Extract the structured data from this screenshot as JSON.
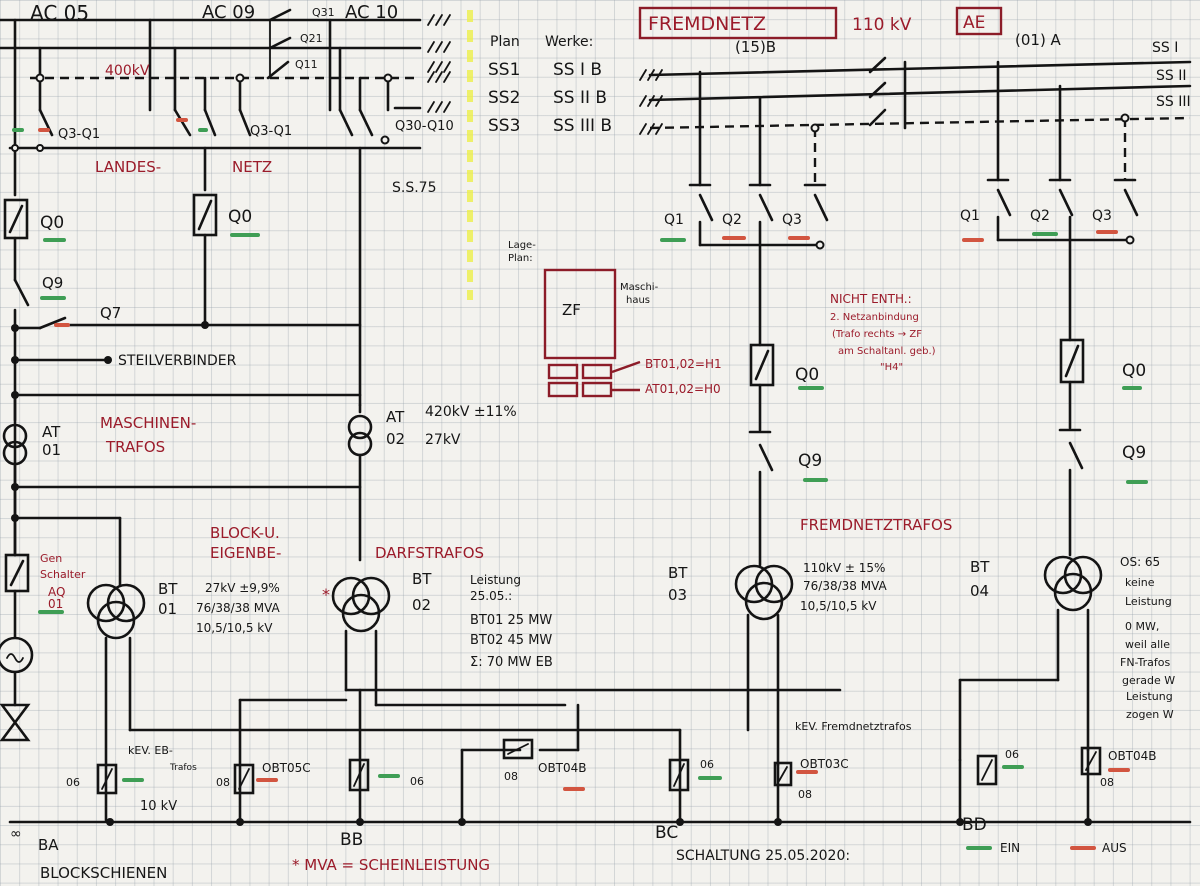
{
  "colors": {
    "paper": "#f3f2ee",
    "ink": "#141414",
    "red_ink": "#9b1b2a",
    "on_marker_green": "#3f9e55",
    "off_marker_red": "#d25540",
    "highlighter_yellow": "#eef04a"
  },
  "feeders": {
    "ac05": "AC 05",
    "ac09": "AC 09",
    "ac10": "AC 10",
    "q31": "Q31",
    "q21": "Q21",
    "q11": "Q11"
  },
  "left_grid": {
    "kv": "400kV",
    "name_1": "LANDES-",
    "name_2": "NETZ",
    "q3_q1_a": "Q3-Q1",
    "q3_q1_b": "Q3-Q1",
    "q30_q10": "Q30-Q10",
    "q0_a": "Q0",
    "q0_b": "Q0",
    "q9": "Q9",
    "q7": "Q7",
    "steilverbinder": "STEILVERBINDER"
  },
  "plan": {
    "header": "Plan",
    "werke": "Werke:",
    "rows": [
      {
        "ss": "SS1",
        "werk": "SS I B"
      },
      {
        "ss": "SS2",
        "werk": "SS II B"
      },
      {
        "ss": "SS3",
        "werk": "SS III B"
      }
    ],
    "ss75": "S.S.75"
  },
  "foreign_grid": {
    "title": "FREMDNETZ",
    "kv": "110 kV",
    "code": "AE",
    "sub_15b": "(15)B",
    "sub_01a": "(01) A",
    "bus_labels": [
      "SS I",
      "SS II",
      "SS III"
    ],
    "q1_a": "Q1",
    "q2_a": "Q2",
    "q3_a": "Q3",
    "q1_b": "Q1",
    "q2_b": "Q2",
    "q3_b": "Q3",
    "q0_a": "Q0",
    "q0_b": "Q0",
    "q9_a": "Q9",
    "q9_b": "Q9"
  },
  "lageplan": {
    "title_1": "Lage-",
    "title_2": "Plan:",
    "zf": "ZF",
    "house_1": "Maschi-",
    "house_2": "haus",
    "bt_ref": "BT01,02=H1",
    "at_ref": "AT01,02=H0"
  },
  "note_nicht": {
    "l1": "NICHT ENTH.:",
    "l2": "2. Netzanbindung",
    "l3": "(Trafo rechts → ZF",
    "l4": "am Schaltanl. geb.)",
    "l5": "\"H4\""
  },
  "at": {
    "at01_a": "AT",
    "at01_b": "01",
    "at02_a": "AT",
    "at02_b": "02",
    "at02_v1": "420kV ±11%",
    "at02_v2": "27kV",
    "title_1": "MASCHINEN-",
    "title_2": "TRAFOS"
  },
  "generator": {
    "gen_1": "Gen",
    "gen_2": "Schalter",
    "aq_1": "AQ",
    "aq_2": "01"
  },
  "block": {
    "title_1": "BLOCK-U.",
    "title_2": "EIGENBE-",
    "title_3": "DARFSTRAFOS",
    "bt01_a": "BT",
    "bt01_b": "01",
    "bt02_a": "BT",
    "bt02_b": "02",
    "spec_1": "27kV ±9,9%",
    "spec_2": "76/38/38 MVA",
    "spec_3": "10,5/10,5 kV",
    "star": "*",
    "leistung": "Leistung",
    "datum": "25.05.:",
    "bt01_mw": "BT01 25 MW",
    "bt02_mw": "BT02 45 MW",
    "sum": "Σ:  70 MW EB"
  },
  "fn_trafos": {
    "title": "FREMDNETZTRAFOS",
    "bt03_a": "BT",
    "bt03_b": "03",
    "bt04_a": "BT",
    "bt04_b": "04",
    "spec_1": "110kV ± 15%",
    "spec_2": "76/38/38 MVA",
    "spec_3": "10,5/10,5 kV"
  },
  "note_os": {
    "l1": "OS: 65",
    "l2": "keine",
    "l3": "Leistung",
    "l4": "0 MW,",
    "l5": "weil alle",
    "l6": "FN-Trafos",
    "l7": "gerade W",
    "l8": "Leistung",
    "l9": "zogen W"
  },
  "bottom": {
    "kev_eb": "kEV. EB-",
    "trafos": "Trafos",
    "kev_fn": "kEV. Fremdnetztrafos",
    "kv10": "10 kV",
    "n06_a": "06",
    "n08_a": "08",
    "obt05c": "OBT05C",
    "n06_b": "06",
    "obt04b_a": "OBT04B",
    "n08_b": "08",
    "n06_c": "06",
    "obt03c": "OBT03C",
    "n08_c": "08",
    "n06_d": "06",
    "obt04b_b": "OBT04B",
    "n08_d": "08",
    "bus_sym": "∞",
    "ba": "BA",
    "bb": "BB",
    "bc": "BC",
    "bd": "BD",
    "blockschienen": "BLOCKSCHIENEN",
    "mva_note": "* MVA = SCHEINLEISTUNG",
    "schaltung": "SCHALTUNG 25.05.2020:",
    "ein": "EIN",
    "aus": "AUS"
  }
}
